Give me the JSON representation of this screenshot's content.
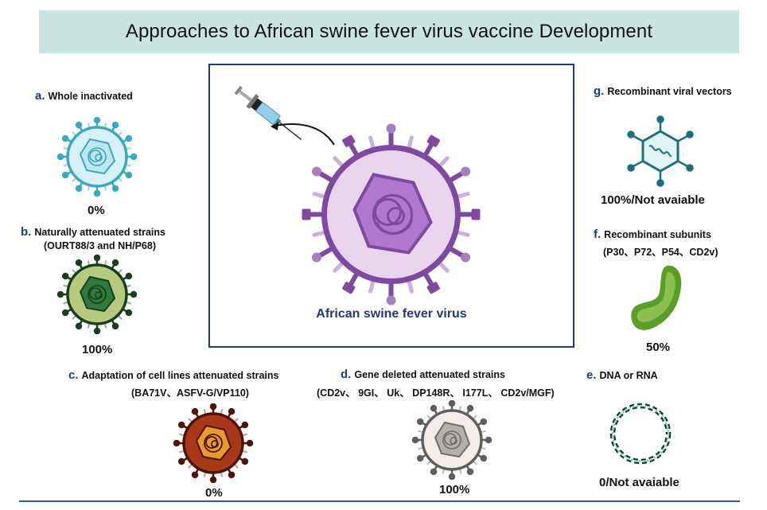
{
  "title": "Approaches to African swine fever virus vaccine Development",
  "center": {
    "label": "African swine fever virus",
    "icons": [
      "syringe-icon",
      "arrow-icon",
      "asfv-virus-icon"
    ]
  },
  "approaches": [
    {
      "id": "a",
      "letter": "a.",
      "name": "Whole inactivated",
      "detail": "",
      "value": "0%",
      "icon": "virus-icon",
      "color": "#3aa9bf"
    },
    {
      "id": "b",
      "letter": "b.",
      "name": "Naturally attenuated strains",
      "detail": "(OURT88/3 and NH/P68)",
      "value": "100%",
      "icon": "virus-icon",
      "color": "#1f5a2a"
    },
    {
      "id": "c",
      "letter": "c.",
      "name": "Adaptation of cell lines attenuated strains",
      "detail": "(BA71V、ASFV-G/VP110)",
      "value": "0%",
      "icon": "virus-icon",
      "color": "#8a2a12"
    },
    {
      "id": "d",
      "letter": "d.",
      "name": "Gene deleted attenuated strains",
      "detail": "(CD2v、 9GI、 Uk、 DP148R、 I177L、 CD2v/MGF)",
      "value": "100%",
      "icon": "virus-icon",
      "color": "#6e6e6e"
    },
    {
      "id": "e",
      "letter": "e.",
      "name": "DNA or RNA",
      "detail": "",
      "value": "0/Not avaiable",
      "icon": "dna-plasmid-icon",
      "color": "#2e9a8a"
    },
    {
      "id": "f",
      "letter": "f.",
      "name": "Recombinant subunits",
      "detail": "(P30、P72、P54、CD2v)",
      "value": "50%",
      "icon": "protein-subunit-icon",
      "color": "#6aa637"
    },
    {
      "id": "g",
      "letter": "g.",
      "name": "Recombinant viral vectors",
      "detail": "",
      "value": "100%/Not avaiable",
      "icon": "viral-vector-icon",
      "color": "#1d7f8c"
    }
  ],
  "colors": {
    "title_bg": "#c9e5e0",
    "letter": "#1f3b7a",
    "box_border": "#1f3b7a",
    "center_virus": "#7d4a9e",
    "bottom_line": "#2b5aa8"
  }
}
